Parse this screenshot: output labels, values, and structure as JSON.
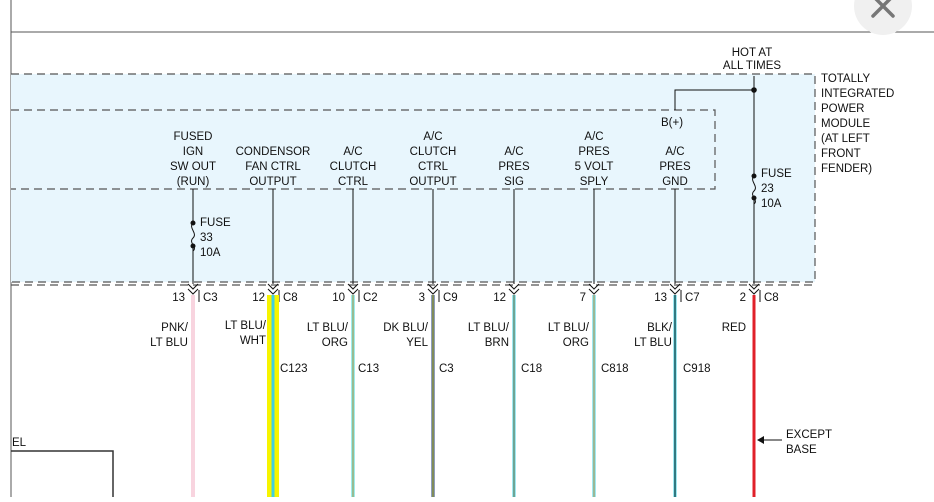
{
  "header": {
    "top_label": [
      "HOT AT",
      "ALL TIMES"
    ],
    "close_icon": "close-icon"
  },
  "module": {
    "name": [
      "TOTALLY",
      "INTEGRATED",
      "POWER",
      "MODULE",
      "(AT LEFT",
      "FRONT",
      "FENDER)"
    ],
    "b_plus": "B(+)"
  },
  "fuses": [
    {
      "id": "fuse-33",
      "lines": [
        "FUSE",
        "33",
        "10A"
      ]
    },
    {
      "id": "fuse-23",
      "lines": [
        "FUSE",
        "23",
        "10A"
      ]
    }
  ],
  "circuits": [
    {
      "id": "fused-ign",
      "label": [
        "FUSED",
        "IGN",
        "SW OUT",
        "(RUN)"
      ],
      "pin": "13",
      "conn": "C3",
      "wire": [
        "PNK/",
        "LT BLU"
      ],
      "circuit": "",
      "stroke": "#f2a8bf",
      "tracer": "#ffffff"
    },
    {
      "id": "condensor-fan",
      "label": [
        "CONDENSOR",
        "FAN CTRL",
        "OUTPUT"
      ],
      "pin": "12",
      "conn": "C8",
      "wire": [
        "LT BLU/",
        "WHT"
      ],
      "circuit": "C123",
      "stroke": "#f7f400",
      "tracer": "#41d0e0"
    },
    {
      "id": "ac-clutch-ctrl",
      "label": [
        "A/C",
        "CLUTCH",
        "CTRL"
      ],
      "pin": "10",
      "conn": "C2",
      "wire": [
        "LT BLU/",
        "ORG"
      ],
      "circuit": "C13",
      "stroke": "#3fd8d8",
      "tracer": "#f2a14b"
    },
    {
      "id": "ac-clutch-output",
      "label": [
        "A/C",
        "CLUTCH",
        "CTRL",
        "OUTPUT"
      ],
      "pin": "3",
      "conn": "C9",
      "wire": [
        "DK BLU/",
        "YEL"
      ],
      "circuit": "C3",
      "stroke": "#1f3c7a",
      "tracer": "#e0dd3a"
    },
    {
      "id": "ac-pres-sig",
      "label": [
        "A/C",
        "PRES",
        "SIG"
      ],
      "pin": "12",
      "conn": "",
      "wire": [
        "LT BLU/",
        "BRN"
      ],
      "circuit": "C18",
      "stroke": "#41d0e0",
      "tracer": "#9a7a4a"
    },
    {
      "id": "ac-pres-5v",
      "label": [
        "A/C",
        "PRES",
        "5 VOLT",
        "SPLY"
      ],
      "pin": "7",
      "conn": "",
      "wire": [
        "LT BLU/",
        "ORG"
      ],
      "circuit": "C818",
      "stroke": "#41d0e0",
      "tracer": "#f2a14b"
    },
    {
      "id": "ac-pres-gnd",
      "label": [
        "A/C",
        "PRES",
        "GND"
      ],
      "pin": "13",
      "conn": "C7",
      "wire": [
        "BLK/",
        "LT BLU"
      ],
      "circuit": "C918",
      "stroke": "#41d0e0",
      "tracer": "#222222"
    },
    {
      "id": "hot-feed",
      "label": [],
      "pin": "2",
      "conn": "C8",
      "wire": [
        "RED"
      ],
      "circuit": "",
      "stroke": "#e0202a",
      "tracer": "#e0202a"
    }
  ],
  "notes": {
    "except": [
      "EXCEPT",
      "BASE"
    ],
    "side_fragment": "EL"
  }
}
